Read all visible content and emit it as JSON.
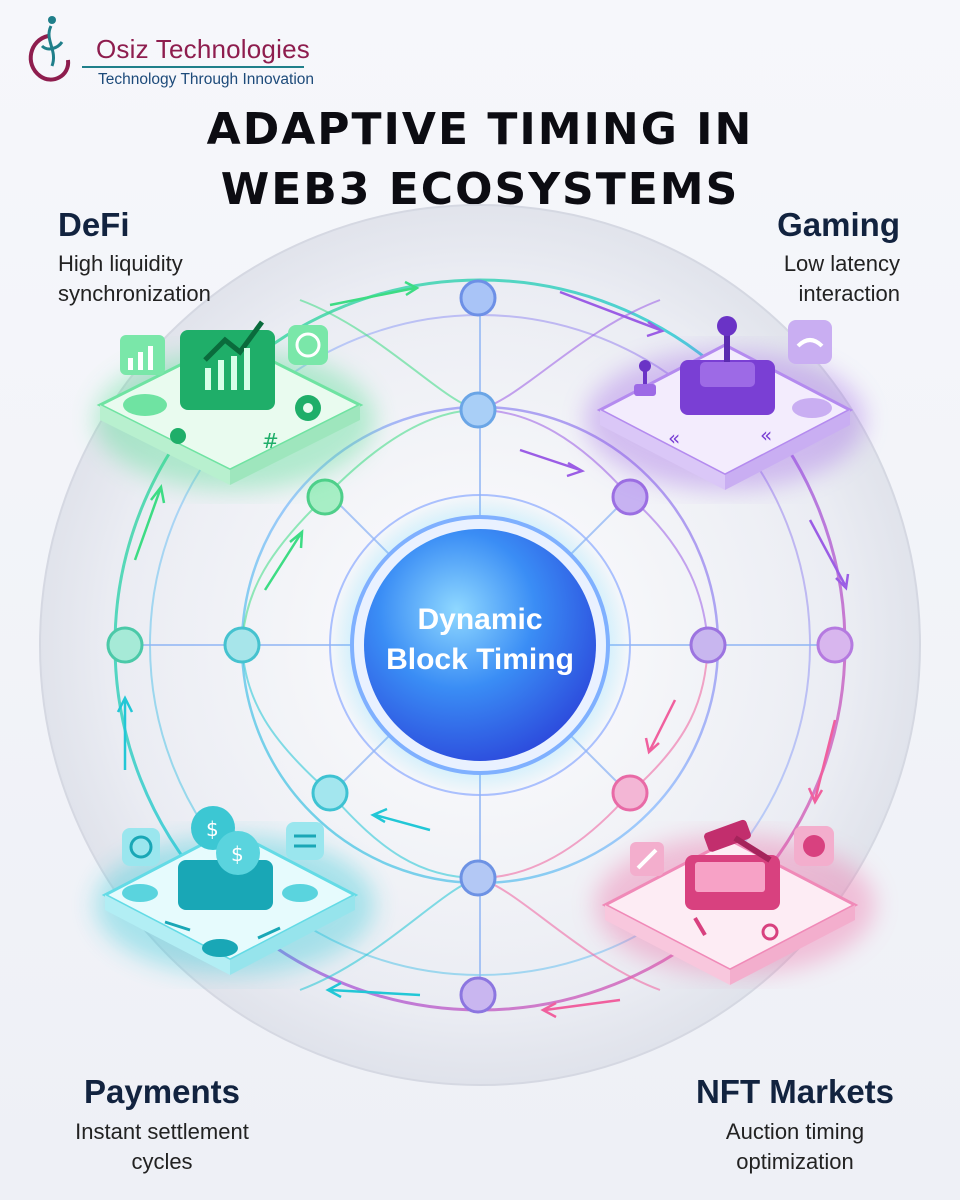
{
  "logo": {
    "name": "Osiz Technologies",
    "tagline": "Technology Through Innovation",
    "brand_color": "#8e1d4e",
    "accent_color": "#1f7f8a"
  },
  "title": {
    "line1": "ADAPTIVE TIMING IN",
    "line2": "WEB3 ECOSYSTEMS"
  },
  "hub": {
    "line1": "Dynamic",
    "line2": "Block Timing",
    "color": "#2a7cf0"
  },
  "quadrants": {
    "defi": {
      "heading": "DeFi",
      "sub1": "High liquidity",
      "sub2": "synchronization",
      "color": "#3ddc84",
      "icons": [
        "bar-chart-icon",
        "trend-chart-icon",
        "dollar-gear-icon",
        "gear-icon",
        "hash-icon"
      ]
    },
    "gaming": {
      "heading": "Gaming",
      "sub1": "Low latency",
      "sub2": "interaction",
      "color": "#9b5de5",
      "icons": [
        "joystick-icon",
        "gamepad-icon",
        "chevron-left-icon"
      ]
    },
    "payments": {
      "heading": "Payments",
      "sub1": "Instant settlement",
      "sub2": "cycles",
      "color": "#22c7d6",
      "icons": [
        "coin-stack-icon",
        "currency-exchange-icon",
        "swap-arrows-icon"
      ]
    },
    "nft": {
      "heading": "NFT Markets",
      "sub1": "Auction timing",
      "sub2": "optimization",
      "color": "#f0609e",
      "icons": [
        "gavel-icon",
        "bitcoin-icon",
        "hammer-icon"
      ]
    }
  }
}
